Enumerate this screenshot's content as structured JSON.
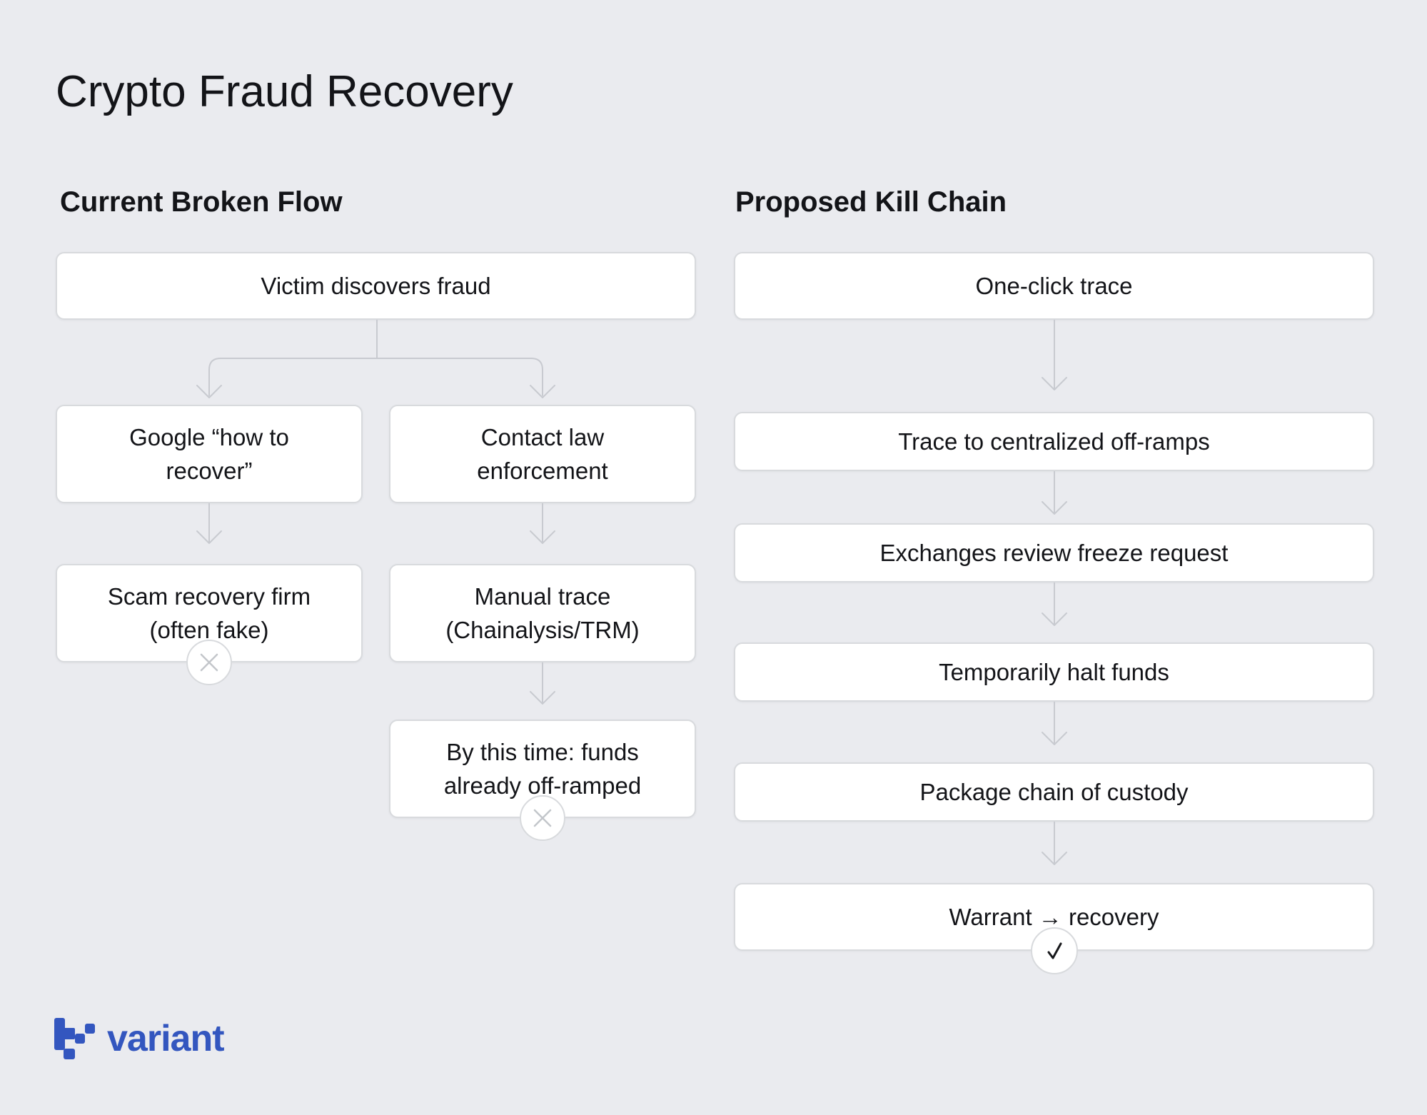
{
  "title": "Crypto Fraud Recovery",
  "colors": {
    "background": "#EAEBEF",
    "node_bg": "#FFFFFF",
    "node_border": "#D8DADD",
    "connector": "#C8CAD0",
    "text": "#131418",
    "brand": "#3356BF",
    "fail_icon": "#C3C6CB",
    "success_icon": "#17181B"
  },
  "left_flow": {
    "heading": "Current Broken Flow",
    "root": {
      "label": "Victim discovers fraud"
    },
    "branch_a": {
      "steps": [
        {
          "label": "Google “how to recover”"
        },
        {
          "label": "Scam recovery firm (often fake)",
          "outcome": "fail",
          "outcome_icon": "x-circle-icon"
        }
      ]
    },
    "branch_b": {
      "steps": [
        {
          "label": "Contact law enforcement"
        },
        {
          "label": "Manual trace (Chainalysis/TRM)"
        },
        {
          "label": "By this time: funds already off-ramped",
          "outcome": "fail",
          "outcome_icon": "x-circle-icon"
        }
      ]
    }
  },
  "right_flow": {
    "heading": "Proposed Kill Chain",
    "steps": [
      {
        "label": "One-click trace"
      },
      {
        "label": "Trace to centralized off-ramps"
      },
      {
        "label": "Exchanges review freeze request"
      },
      {
        "label": "Temporarily halt funds"
      },
      {
        "label": "Package chain of custody"
      },
      {
        "label": "Warrant → recovery",
        "outcome": "success",
        "outcome_icon": "check-circle-icon"
      }
    ]
  },
  "brand": {
    "name": "variant"
  }
}
